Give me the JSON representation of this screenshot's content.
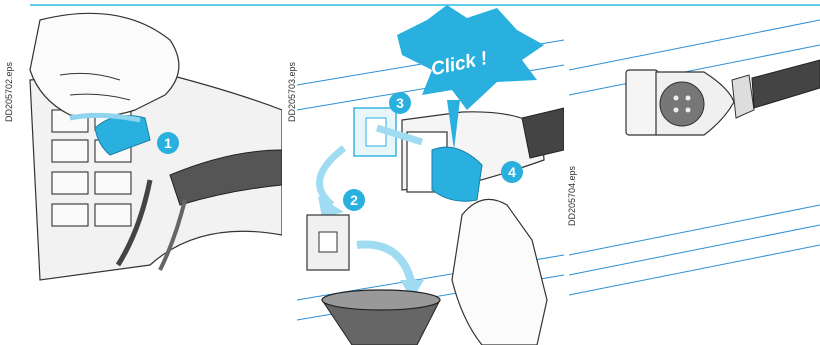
{
  "panels": [
    {
      "ref": "DD205702.eps",
      "steps": [
        "1"
      ]
    },
    {
      "ref": "DD205703.eps",
      "steps": [
        "2",
        "3",
        "4"
      ],
      "callout": "Click !"
    },
    {
      "ref": "DD205704.eps",
      "steps": []
    }
  ],
  "colors": {
    "accent": "#2ab0de",
    "accent_light": "#9fdcf2",
    "line": "#2d8fd5",
    "outline": "#333333"
  }
}
